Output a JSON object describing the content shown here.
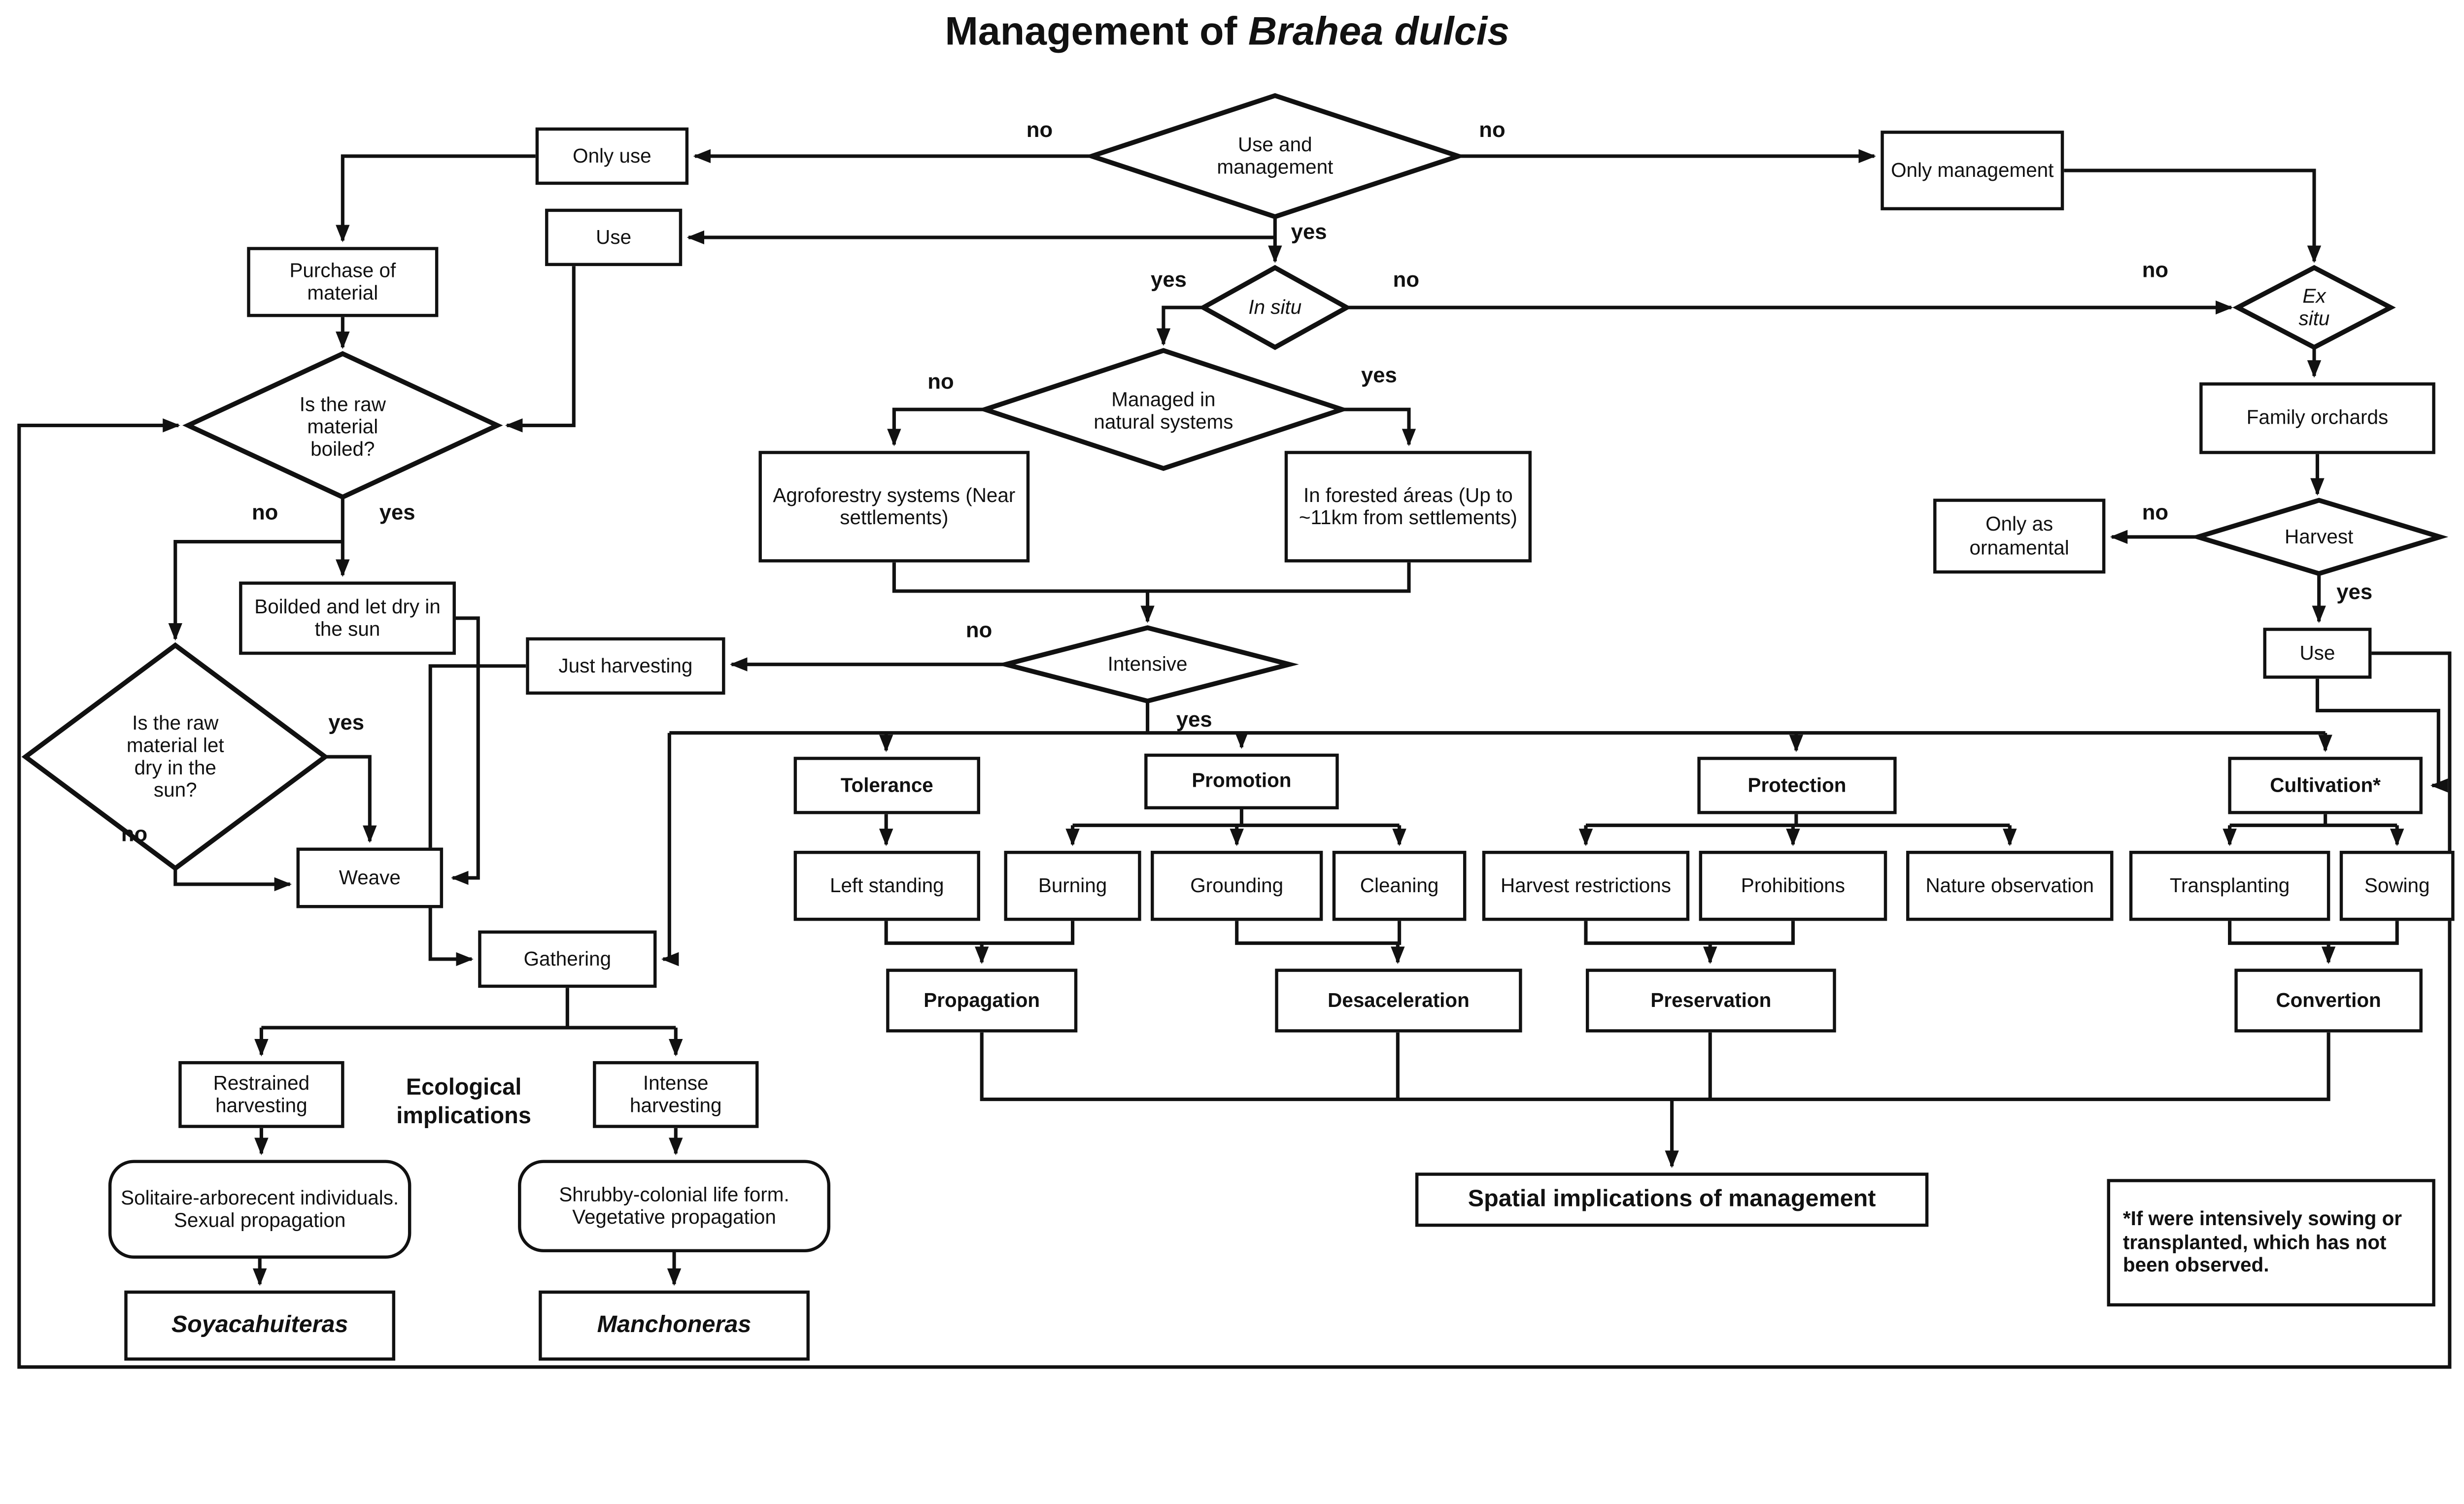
{
  "title": {
    "prefix": "Management of ",
    "species": "Brahea dulcis"
  },
  "edge_labels": {
    "yes": "yes",
    "no": "no"
  },
  "nodes": {
    "only_use": "Only use",
    "use_and_management": "Use and management",
    "only_management": "Only management",
    "use_left": "Use",
    "in_situ": "In situ",
    "ex_situ": "Ex situ",
    "purchase_of_material": "Purchase of material",
    "managed_in_natural_systems": "Managed in natural systems",
    "family_orchards": "Family orchards",
    "is_raw_material_boiled": "Is the raw material boiled?",
    "agroforestry_systems": "Agroforestry systems (Near settlements)",
    "in_forested_areas": "In forested áreas (Up to ~11km from settlements)",
    "only_as_ornamental": "Only as ornamental",
    "harvest": "Harvest",
    "boiled_and_dry": "Boilded and let dry in the sun",
    "use_right": "Use",
    "just_harvesting": "Just harvesting",
    "intensive": "Intensive",
    "is_raw_material_dry": "Is the raw material let dry in the sun?",
    "weave": "Weave",
    "tolerance": "Tolerance",
    "promotion": "Promotion",
    "protection": "Protection",
    "cultivation": "Cultivation*",
    "left_standing": "Left standing",
    "burning": "Burning",
    "grounding": "Grounding",
    "cleaning": "Cleaning",
    "harvest_restrictions": "Harvest restrictions",
    "prohibitions": "Prohibitions",
    "nature_observation": "Nature observation",
    "transplanting": "Transplanting",
    "sowing": "Sowing",
    "gathering": "Gathering",
    "propagation": "Propagation",
    "desaceleration": "Desaceleration",
    "preservation": "Preservation",
    "convertion": "Convertion",
    "restrained_harvesting": "Restrained harvesting",
    "ecological_implications": "Ecological implications",
    "intense_harvesting": "Intense harvesting",
    "solitaire": "Solitaire-arborecent individuals. Sexual propagation",
    "shrubby": "Shrubby-colonial life form. Vegetative propagation",
    "soyacahuiteras": "Soyacahuiteras",
    "manchoneras": "Manchoneras",
    "spatial_implications": "Spatial implications of management",
    "footnote": "*If were intensively sowing or transplanted, which has not been observed."
  },
  "colors": {
    "line": "#111111",
    "background": "#ffffff"
  }
}
